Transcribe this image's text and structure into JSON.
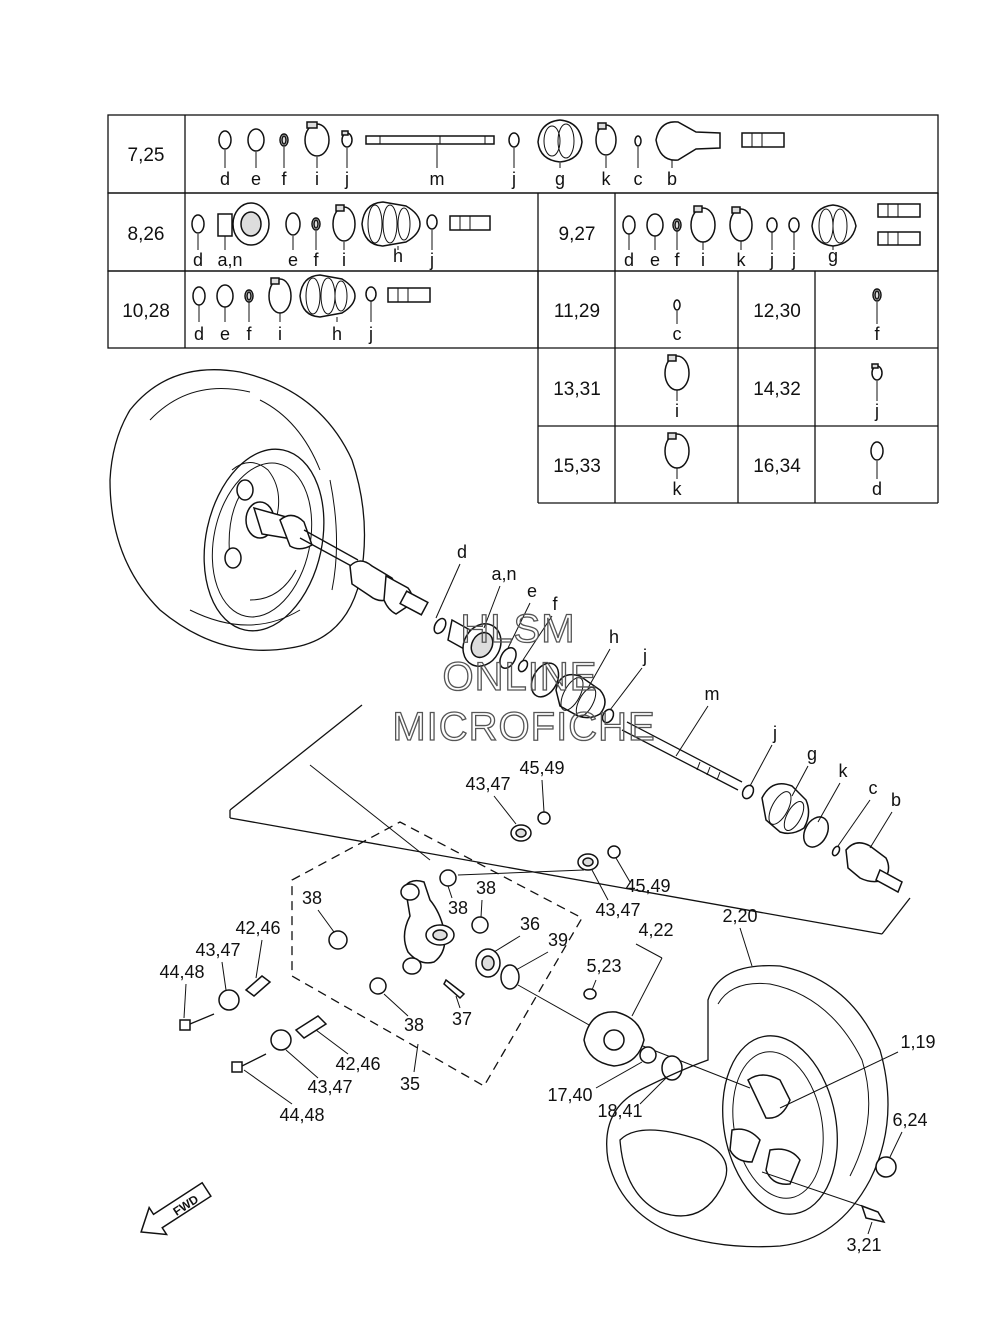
{
  "table": {
    "rows": [
      {
        "ref": "7,25",
        "letters": [
          "d",
          "e",
          "f",
          "i",
          "j",
          "m",
          "j",
          "g",
          "k",
          "c",
          "b"
        ]
      },
      {
        "ref": "8,26",
        "letters": [
          "d",
          "a,n",
          "e",
          "f",
          "i",
          "h",
          "j"
        ]
      },
      {
        "ref": "9,27",
        "letters": [
          "d",
          "e",
          "f",
          "i",
          "k",
          "j",
          "j",
          "g"
        ]
      },
      {
        "ref": "10,28",
        "letters": [
          "d",
          "e",
          "f",
          "i",
          "h",
          "j"
        ]
      }
    ],
    "single_cells": [
      {
        "ref": "11,29",
        "letter": "c"
      },
      {
        "ref": "12,30",
        "letter": "f"
      },
      {
        "ref": "13,31",
        "letter": "i"
      },
      {
        "ref": "14,32",
        "letter": "j"
      },
      {
        "ref": "15,33",
        "letter": "k"
      },
      {
        "ref": "16,34",
        "letter": "d"
      }
    ]
  },
  "shaft_callouts": [
    "d",
    "a,n",
    "e",
    "f",
    "h",
    "j",
    "m",
    "j",
    "g",
    "k",
    "c",
    "b"
  ],
  "part_callouts": [
    "43,47",
    "45,49",
    "45,49",
    "43,47",
    "38",
    "38",
    "38",
    "36",
    "39",
    "42,46",
    "43,47",
    "44,48",
    "38",
    "37",
    "35",
    "42,46",
    "43,47",
    "44,48",
    "4,22",
    "5,23",
    "2,20",
    "17,40",
    "18,41",
    "1,19",
    "6,24",
    "3,21"
  ],
  "watermark": [
    "HLSM",
    "ONLINE",
    "MICROFICHE"
  ],
  "fwd_label": "FWD"
}
